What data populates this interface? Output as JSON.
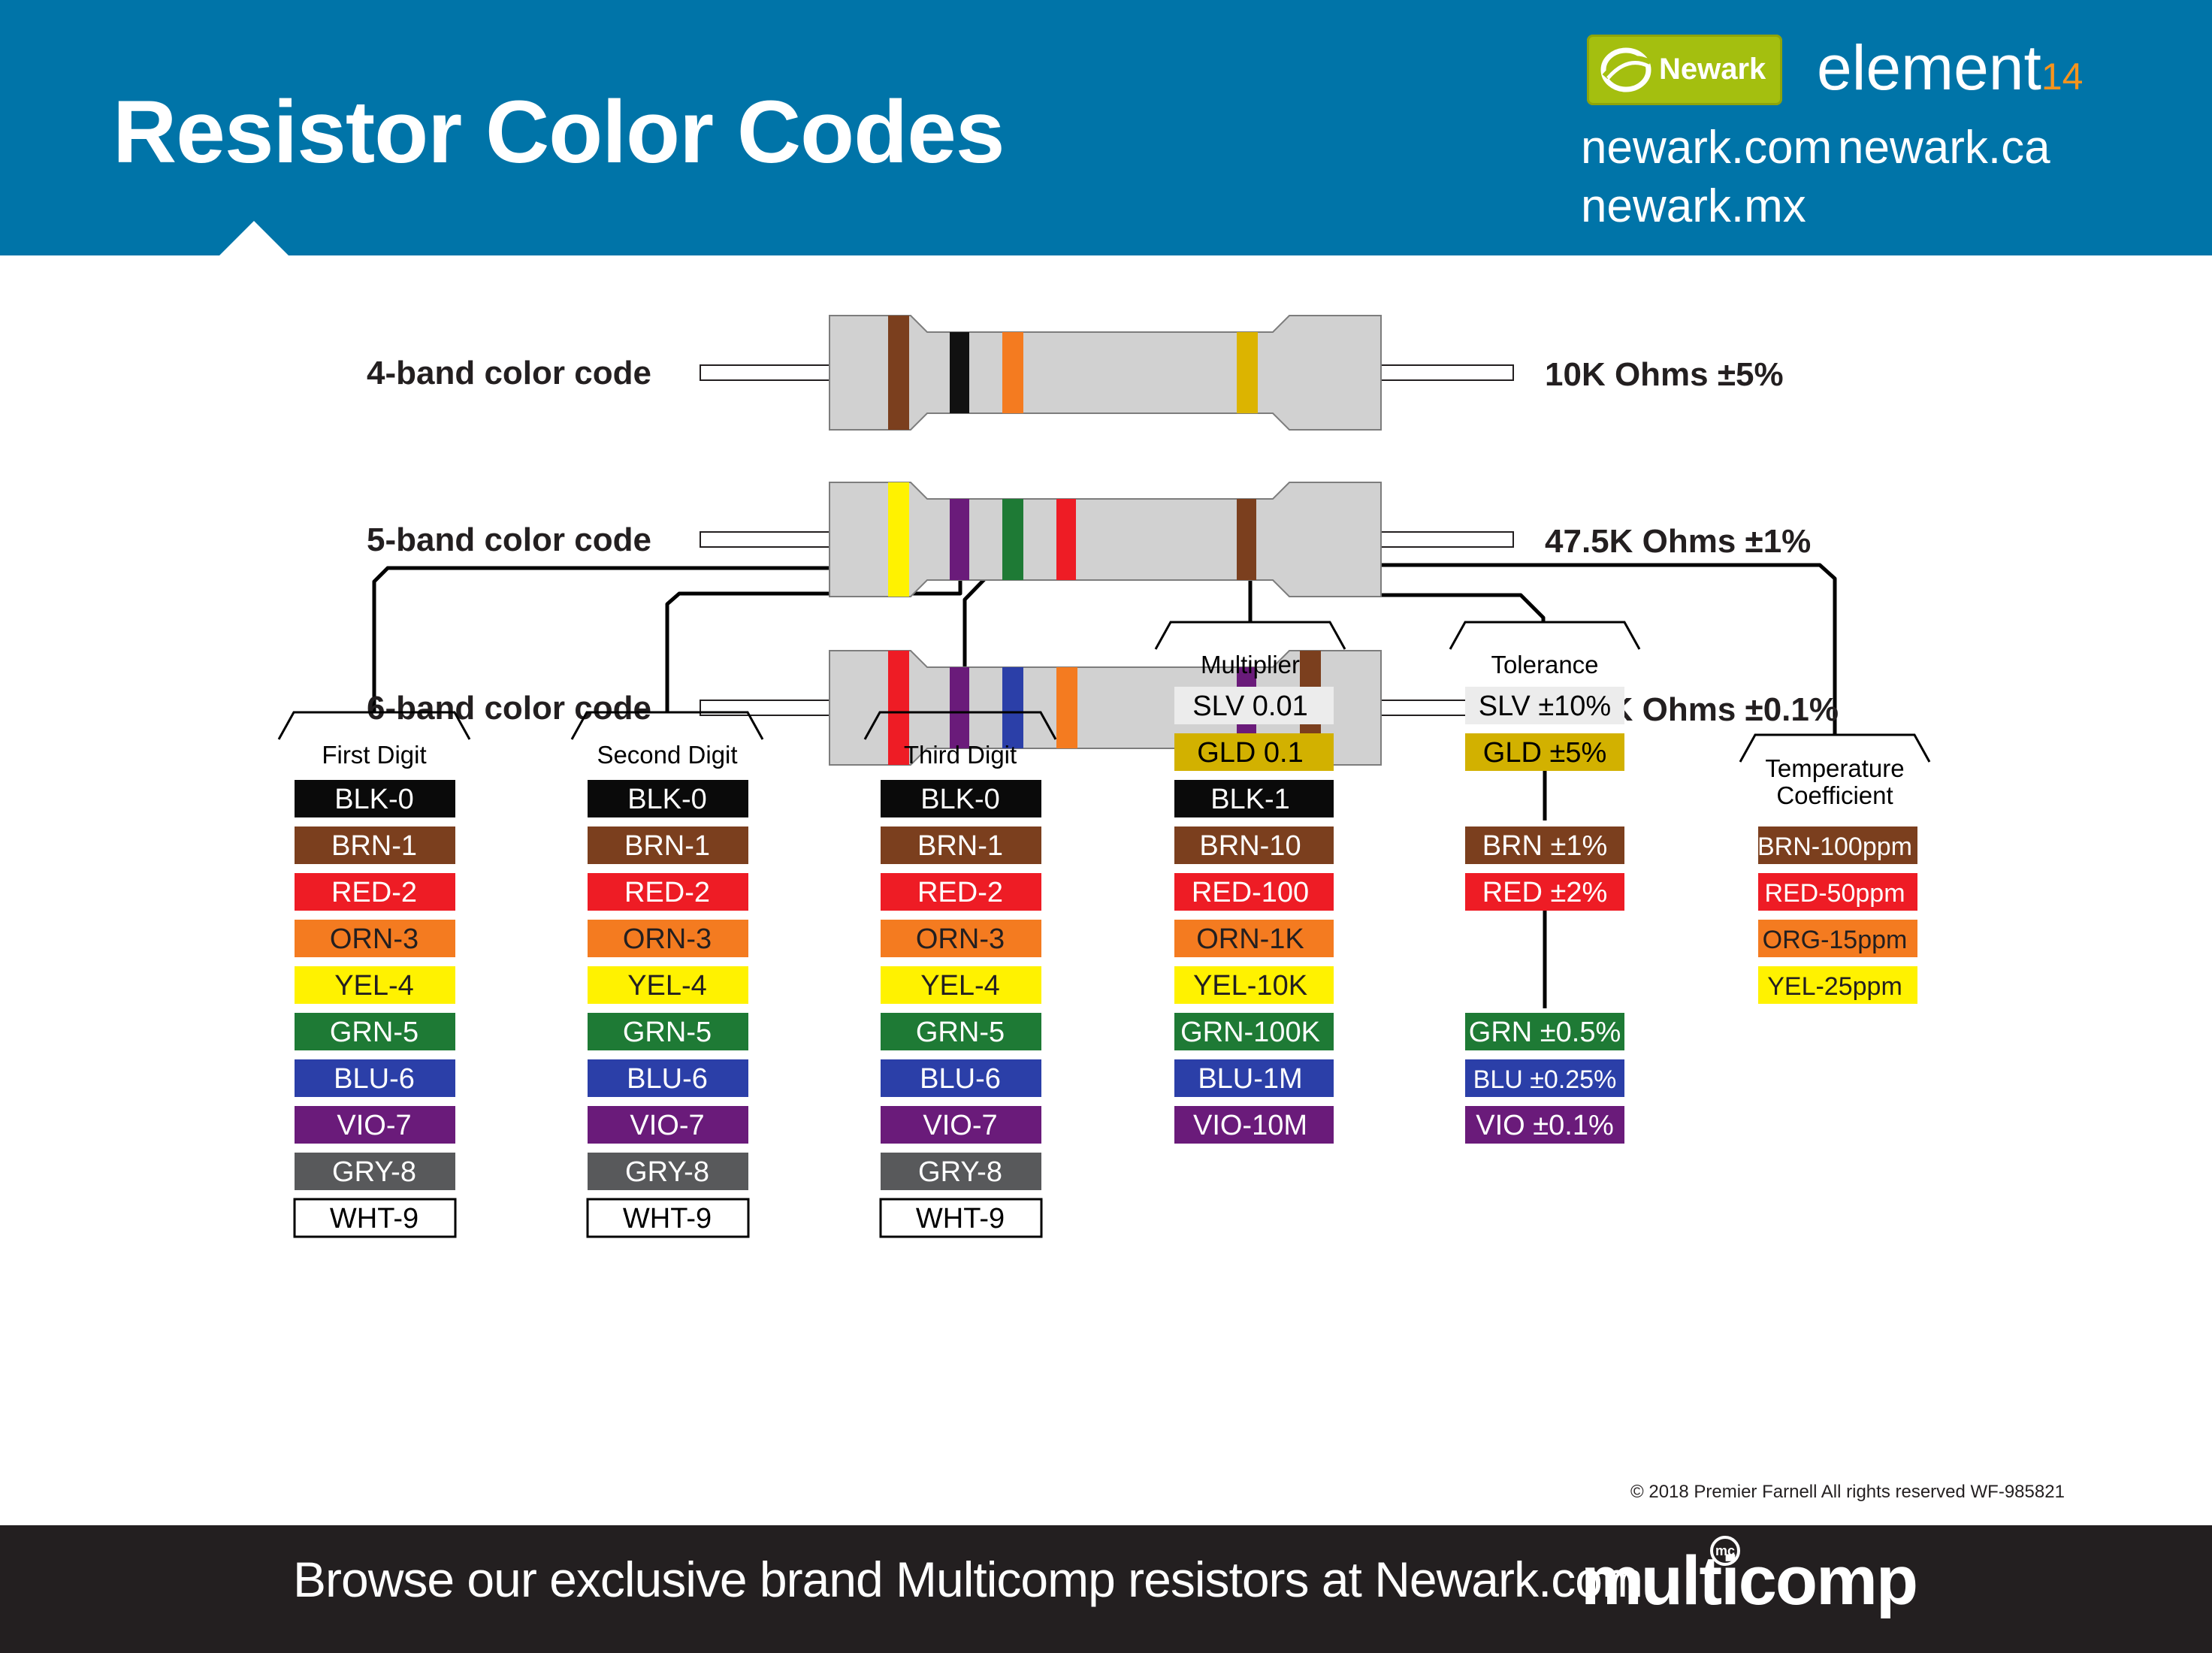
{
  "header": {
    "title": "Resistor Color Codes",
    "newark_logo_text": "Newark",
    "element14_text": "element",
    "element14_number": "14",
    "urls": [
      "newark.com",
      "newark.ca",
      "newark.mx"
    ]
  },
  "resistors": [
    {
      "label": "4-band color code",
      "value": "10K Ohms ±5%",
      "bands": [
        "#7b3f1e",
        "#111111",
        "#f47b20",
        "#dcb400"
      ]
    },
    {
      "label": "5-band color code",
      "value": "47.5K Ohms ±1%",
      "bands": [
        "#fff200",
        "#6a1b7a",
        "#1e7a35",
        "#ee1c25",
        "#7b3f1e"
      ]
    },
    {
      "label": "6-band color code",
      "value": "2.76K Ohms ±0.1%",
      "bands": [
        "#ee1c25",
        "#6a1b7a",
        "#2b3fa8",
        "#f47b20",
        "#6a1b7a",
        "#7b3f1e"
      ]
    }
  ],
  "categories": [
    {
      "title": "First Digit",
      "swatches": [
        {
          "label": "BLK-0",
          "bg": "#0a0a0a",
          "fg": "#ffffff"
        },
        {
          "label": "BRN-1",
          "bg": "#7b3f1e",
          "fg": "#ffffff"
        },
        {
          "label": "RED-2",
          "bg": "#ee1c25",
          "fg": "#ffffff"
        },
        {
          "label": "ORN-3",
          "bg": "#f47b20",
          "fg": "#231f20"
        },
        {
          "label": "YEL-4",
          "bg": "#fff200",
          "fg": "#231f20"
        },
        {
          "label": "GRN-5",
          "bg": "#1e7a35",
          "fg": "#ffffff"
        },
        {
          "label": "BLU-6",
          "bg": "#2b3fa8",
          "fg": "#ffffff"
        },
        {
          "label": "VIO-7",
          "bg": "#6a1b7a",
          "fg": "#ffffff"
        },
        {
          "label": "GRY-8",
          "bg": "#58595b",
          "fg": "#ffffff"
        },
        {
          "label": "WHT-9",
          "bg": "#ffffff",
          "fg": "#000000"
        }
      ]
    },
    {
      "title": "Second Digit",
      "swatches": [
        {
          "label": "BLK-0",
          "bg": "#0a0a0a",
          "fg": "#ffffff"
        },
        {
          "label": "BRN-1",
          "bg": "#7b3f1e",
          "fg": "#ffffff"
        },
        {
          "label": "RED-2",
          "bg": "#ee1c25",
          "fg": "#ffffff"
        },
        {
          "label": "ORN-3",
          "bg": "#f47b20",
          "fg": "#231f20"
        },
        {
          "label": "YEL-4",
          "bg": "#fff200",
          "fg": "#231f20"
        },
        {
          "label": "GRN-5",
          "bg": "#1e7a35",
          "fg": "#ffffff"
        },
        {
          "label": "BLU-6",
          "bg": "#2b3fa8",
          "fg": "#ffffff"
        },
        {
          "label": "VIO-7",
          "bg": "#6a1b7a",
          "fg": "#ffffff"
        },
        {
          "label": "GRY-8",
          "bg": "#58595b",
          "fg": "#ffffff"
        },
        {
          "label": "WHT-9",
          "bg": "#ffffff",
          "fg": "#000000"
        }
      ]
    },
    {
      "title": "Third Digit",
      "swatches": [
        {
          "label": "BLK-0",
          "bg": "#0a0a0a",
          "fg": "#ffffff"
        },
        {
          "label": "BRN-1",
          "bg": "#7b3f1e",
          "fg": "#ffffff"
        },
        {
          "label": "RED-2",
          "bg": "#ee1c25",
          "fg": "#ffffff"
        },
        {
          "label": "ORN-3",
          "bg": "#f47b20",
          "fg": "#231f20"
        },
        {
          "label": "YEL-4",
          "bg": "#fff200",
          "fg": "#231f20"
        },
        {
          "label": "GRN-5",
          "bg": "#1e7a35",
          "fg": "#ffffff"
        },
        {
          "label": "BLU-6",
          "bg": "#2b3fa8",
          "fg": "#ffffff"
        },
        {
          "label": "VIO-7",
          "bg": "#6a1b7a",
          "fg": "#ffffff"
        },
        {
          "label": "GRY-8",
          "bg": "#58595b",
          "fg": "#ffffff"
        },
        {
          "label": "WHT-9",
          "bg": "#ffffff",
          "fg": "#000000"
        }
      ]
    },
    {
      "title": "Multiplier",
      "swatches": [
        {
          "label": "SLV 0.01",
          "bg": "#ececec",
          "fg": "#000000"
        },
        {
          "label": "GLD 0.1",
          "bg": "#d2b100",
          "fg": "#000000"
        },
        {
          "label": "BLK-1",
          "bg": "#0a0a0a",
          "fg": "#ffffff"
        },
        {
          "label": "BRN-10",
          "bg": "#7b3f1e",
          "fg": "#ffffff"
        },
        {
          "label": "RED-100",
          "bg": "#ee1c25",
          "fg": "#ffffff"
        },
        {
          "label": "ORN-1K",
          "bg": "#f47b20",
          "fg": "#231f20"
        },
        {
          "label": "YEL-10K",
          "bg": "#fff200",
          "fg": "#231f20"
        },
        {
          "label": "GRN-100K",
          "bg": "#1e7a35",
          "fg": "#ffffff"
        },
        {
          "label": "BLU-1M",
          "bg": "#2b3fa8",
          "fg": "#ffffff"
        },
        {
          "label": "VIO-10M",
          "bg": "#6a1b7a",
          "fg": "#ffffff"
        }
      ]
    },
    {
      "title": "Tolerance",
      "swatches": [
        {
          "label": "SLV ±10%",
          "bg": "#ececec",
          "fg": "#000000"
        },
        {
          "label": "GLD ±5%",
          "bg": "#d2b100",
          "fg": "#000000"
        },
        {
          "label": "BRN ±1%",
          "bg": "#7b3f1e",
          "fg": "#ffffff"
        },
        {
          "label": "RED ±2%",
          "bg": "#ee1c25",
          "fg": "#ffffff"
        },
        {
          "label": "GRN ±0.5%",
          "bg": "#1e7a35",
          "fg": "#ffffff"
        },
        {
          "label": "BLU ±0.25%",
          "bg": "#2b3fa8",
          "fg": "#ffffff"
        },
        {
          "label": "VIO ±0.1%",
          "bg": "#6a1b7a",
          "fg": "#ffffff"
        }
      ]
    },
    {
      "title": "Temperature Coefficient",
      "swatches": [
        {
          "label": "BRN-100ppm",
          "bg": "#7b3f1e",
          "fg": "#ffffff"
        },
        {
          "label": "RED-50ppm",
          "bg": "#ee1c25",
          "fg": "#ffffff"
        },
        {
          "label": "ORG-15ppm",
          "bg": "#f47b20",
          "fg": "#231f20"
        },
        {
          "label": "YEL-25ppm",
          "bg": "#fff200",
          "fg": "#231f20"
        }
      ]
    }
  ],
  "copyright": "© 2018 Premier Farnell All rights reserved WF-985821",
  "footer": {
    "text": "Browse our exclusive brand Multicomp resistors at Newark.com",
    "logo_text": "multicomp",
    "logo_mark": "mc"
  }
}
